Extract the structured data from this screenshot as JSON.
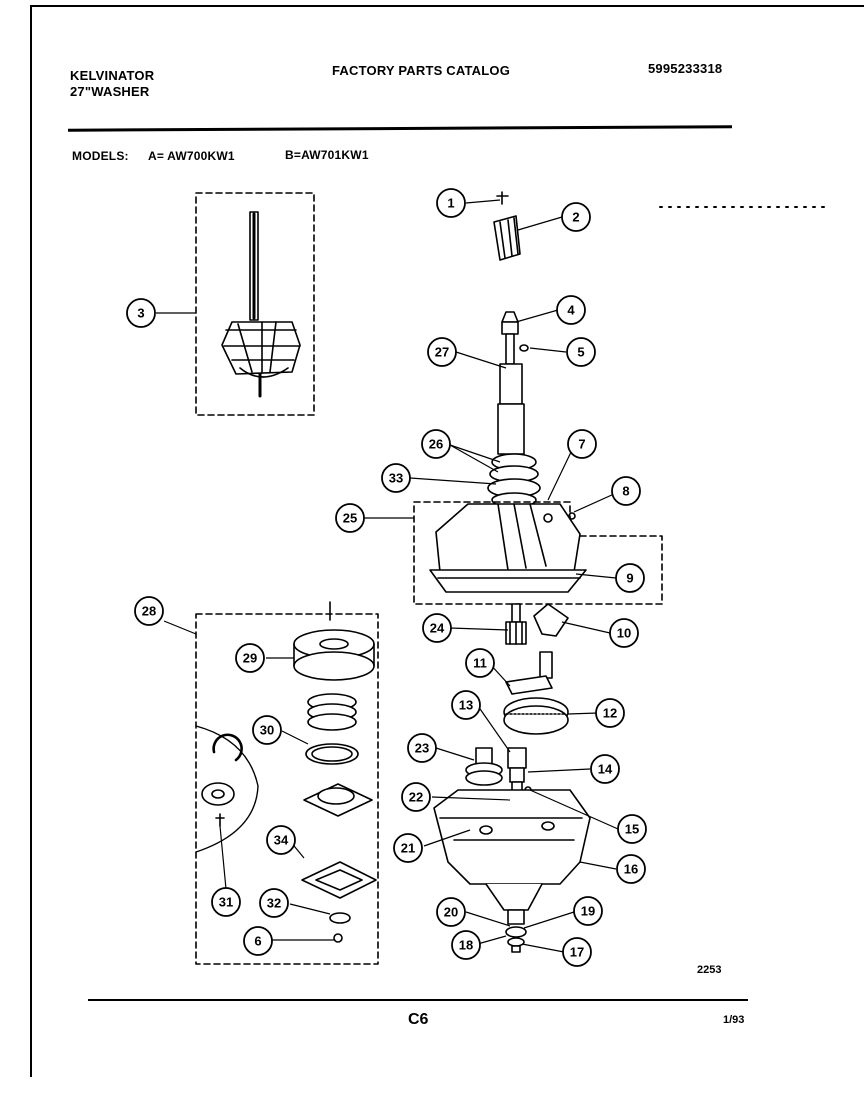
{
  "header": {
    "brand": "KELVINATOR",
    "product": "27\"WASHER",
    "catalog_title": "FACTORY PARTS CATALOG",
    "catalog_number": "5995233318",
    "models_label": "MODELS:",
    "model_a": "A= AW700KW1",
    "model_b": "B=AW701KW1"
  },
  "diagram": {
    "callouts": [
      "1",
      "2",
      "3",
      "4",
      "5",
      "6",
      "7",
      "8",
      "9",
      "10",
      "11",
      "12",
      "13",
      "14",
      "15",
      "16",
      "17",
      "18",
      "19",
      "20",
      "21",
      "22",
      "23",
      "24",
      "25",
      "26",
      "27",
      "28",
      "29",
      "30",
      "31",
      "32",
      "33",
      "34"
    ],
    "drawing_number": "2253"
  },
  "footer": {
    "page_code": "C6",
    "date": "1/93"
  },
  "colors": {
    "ink": "#000000",
    "paper": "#ffffff"
  }
}
